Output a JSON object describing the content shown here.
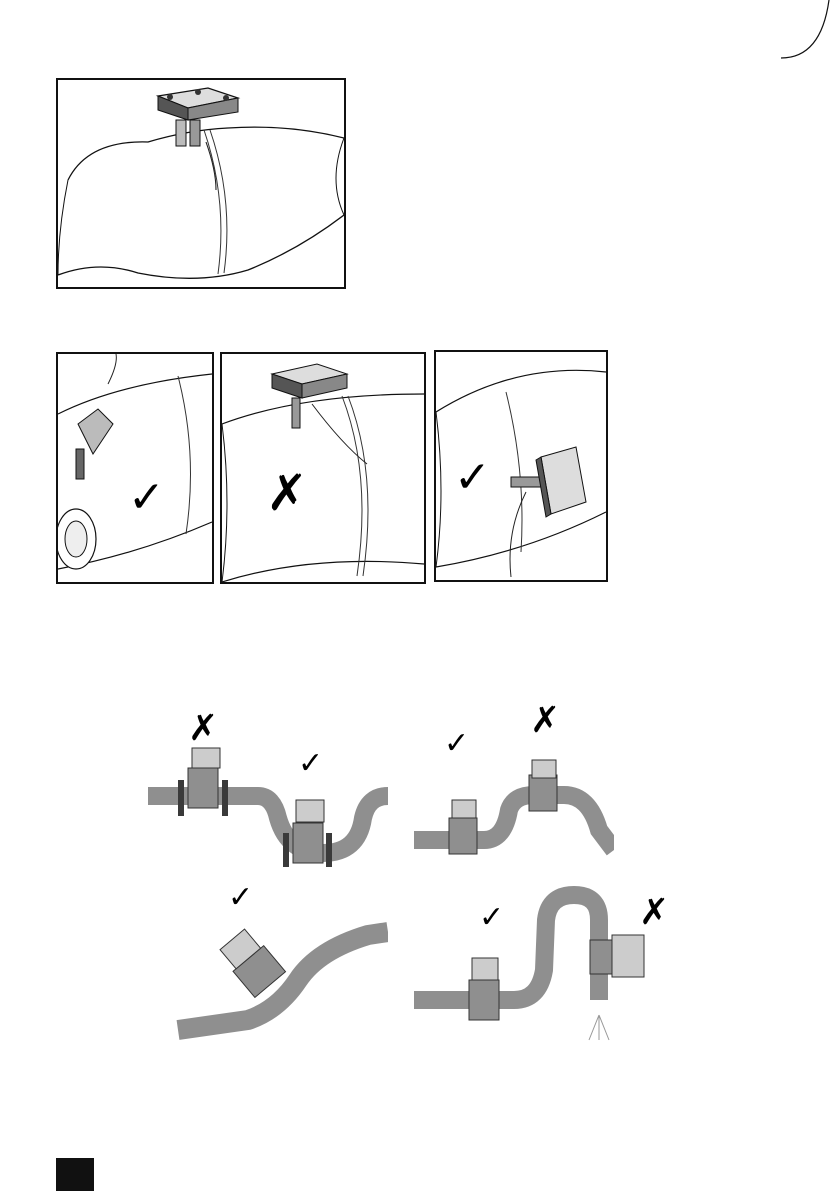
{
  "page": {
    "text_content": []
  },
  "marks": {
    "correct": "checkmark-icon",
    "incorrect": "cross-icon"
  },
  "figures": {
    "fig1": {
      "name": "sensor-clamped-on-pipe-top"
    },
    "fig2": [
      {
        "name": "sensor-on-pipe-angled",
        "verdict": "correct"
      },
      {
        "name": "sensor-on-pipe-top",
        "verdict": "incorrect"
      },
      {
        "name": "sensor-on-pipe-side",
        "verdict": "correct"
      }
    ],
    "fig3": [
      {
        "name": "meter-high-point-vs-low-point",
        "verdicts": [
          "incorrect",
          "correct"
        ]
      },
      {
        "name": "meter-before-rise-vs-top",
        "verdicts": [
          "correct",
          "incorrect"
        ]
      },
      {
        "name": "meter-inclined-pipe",
        "verdicts": [
          "correct"
        ]
      },
      {
        "name": "meter-before-loop-vs-downflow",
        "verdicts": [
          "correct",
          "incorrect"
        ]
      }
    ]
  },
  "colors": {
    "pipe": "#8f8f8f",
    "pipe_dark": "#5e5e5e",
    "flange": "#3a3a3a",
    "outline": "#111111"
  }
}
